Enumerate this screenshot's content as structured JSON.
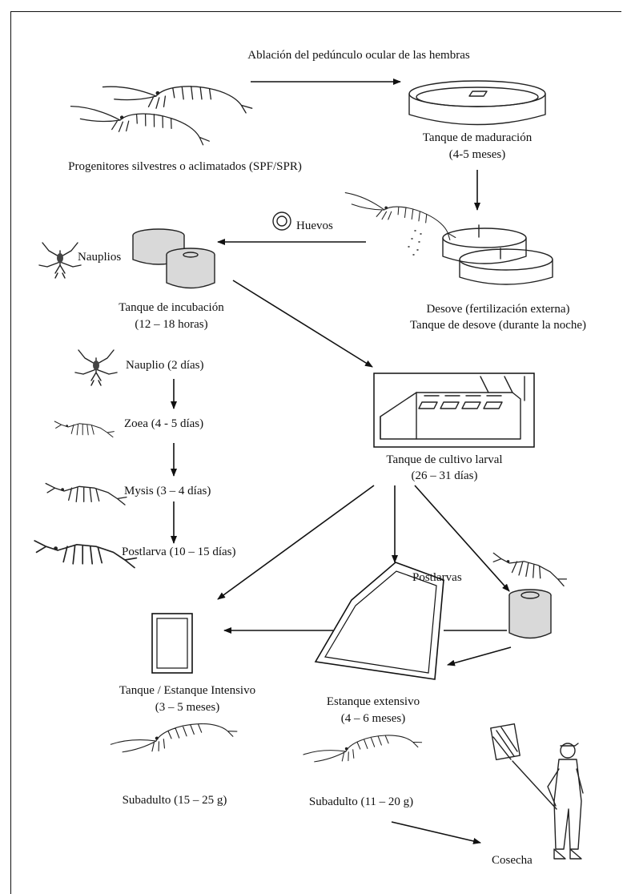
{
  "top_note": "Ablación del pedúnculo ocular de las hembras",
  "broodstock": "Progenitores silvestres o aclimatados (SPF/SPR)",
  "maturation": {
    "title": "Tanque de maduración",
    "duration": "(4-5 meses)"
  },
  "spawning": {
    "line1": "Desove (fertilización externa)",
    "line2": "Tanque de desove (durante la noche)"
  },
  "eggs": "Huevos",
  "nauplii": "Nauplios",
  "incubation": {
    "title": "Tanque de incubación",
    "duration": "(12 – 18 horas)"
  },
  "stages": [
    "Nauplio (2 días)",
    "Zoea (4 - 5 días)",
    "Mysis (3 – 4 días)",
    "Postlarva (10 – 15 días)"
  ],
  "larval": {
    "title": "Tanque de cultivo larval",
    "duration": "(26 – 31 días)"
  },
  "postlarvae": "Postlarvas",
  "intensive": {
    "title": "Tanque / Estanque Intensivo",
    "duration": "(3 – 5 meses)"
  },
  "extensive": {
    "title": "Estanque extensivo",
    "duration": "(4 – 6 meses)"
  },
  "subadult_intensive": "Subadulto (15 – 25 g)",
  "subadult_extensive": "Subadulto (11 – 20 g)",
  "harvest": "Cosecha"
}
